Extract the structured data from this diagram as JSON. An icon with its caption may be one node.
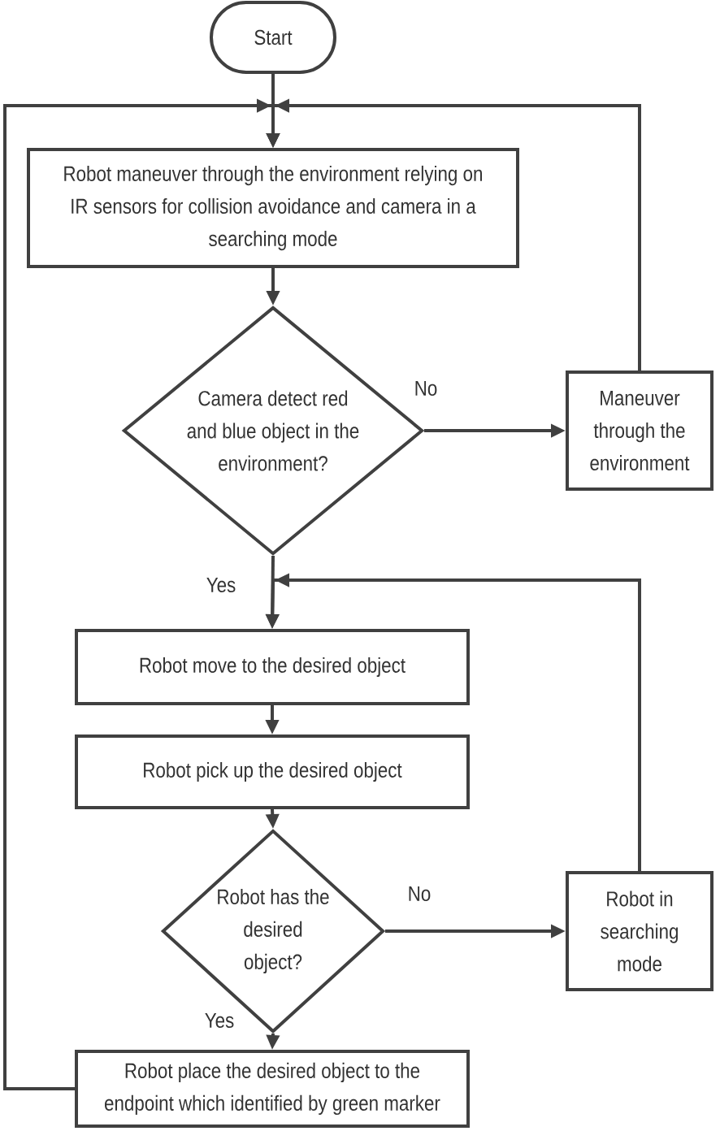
{
  "diagram": {
    "nodes": [
      {
        "text": [
          "Start"
        ]
      },
      {
        "text": [
          "Robot maneuver through the environment relying on IR sensors for collision avoidance and camera in a searching mode"
        ]
      },
      {
        "text": [
          "Camera detect red and blue object in the environment?"
        ]
      },
      {
        "text": [
          "Maneuver through the environment"
        ]
      },
      {
        "text": [
          "Robot move to the desired object"
        ]
      },
      {
        "text": [
          "Robot pick up the desired object"
        ]
      },
      {
        "text": [
          "Robot has the desired object?"
        ]
      },
      {
        "text": [
          "Robot in searching mode"
        ]
      },
      {
        "text": [
          "Robot place the desired object to the endpoint which identified by green marker"
        ]
      }
    ],
    "edges": [
      {
        "from": 0,
        "to": 1,
        "arrow": "to"
      },
      {
        "from": 1,
        "to": 2,
        "arrow": "to"
      },
      {
        "from": 2,
        "to": 3,
        "arrow": "to",
        "label": "No"
      },
      {
        "from": 3,
        "to": 1,
        "arrow": "to"
      },
      {
        "from": 2,
        "to": 4,
        "arrow": "to",
        "label": "Yes"
      },
      {
        "from": 4,
        "to": 5,
        "arrow": "to"
      },
      {
        "from": 5,
        "to": 6,
        "arrow": "to"
      },
      {
        "from": 6,
        "to": 7,
        "arrow": "to",
        "label": "No"
      },
      {
        "from": 7,
        "to": 4,
        "arrow": "to"
      },
      {
        "from": 6,
        "to": 8,
        "arrow": "to",
        "label": "Yes"
      },
      {
        "from": 8,
        "to": 1,
        "arrow": "to"
      }
    ]
  }
}
